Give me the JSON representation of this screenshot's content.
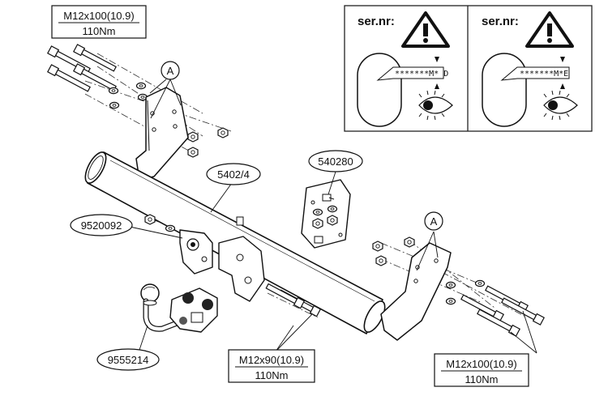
{
  "bolts_top_left": {
    "spec": "M12x100(10.9)",
    "torque": "110Nm"
  },
  "bolts_bottom_mid": {
    "spec": "M12x90(10.9)",
    "torque": "110Nm"
  },
  "bolts_bottom_right": {
    "spec": "M12x100(10.9)",
    "torque": "110Nm"
  },
  "callouts": {
    "a_left": "A",
    "a_right": "A",
    "crossbar": "5402/4",
    "plate_kit": "540280",
    "socket_bracket": "9520092",
    "ball_neck": "9555214"
  },
  "serial_panels": [
    {
      "title": "ser.nr:",
      "code": "*******M* D",
      "warning_icon": "warning-triangle-icon",
      "eye_icon": "eye-icon"
    },
    {
      "title": "ser.nr:",
      "code": "*******M*E",
      "warning_icon": "warning-triangle-icon",
      "eye_icon": "eye-icon"
    }
  ]
}
